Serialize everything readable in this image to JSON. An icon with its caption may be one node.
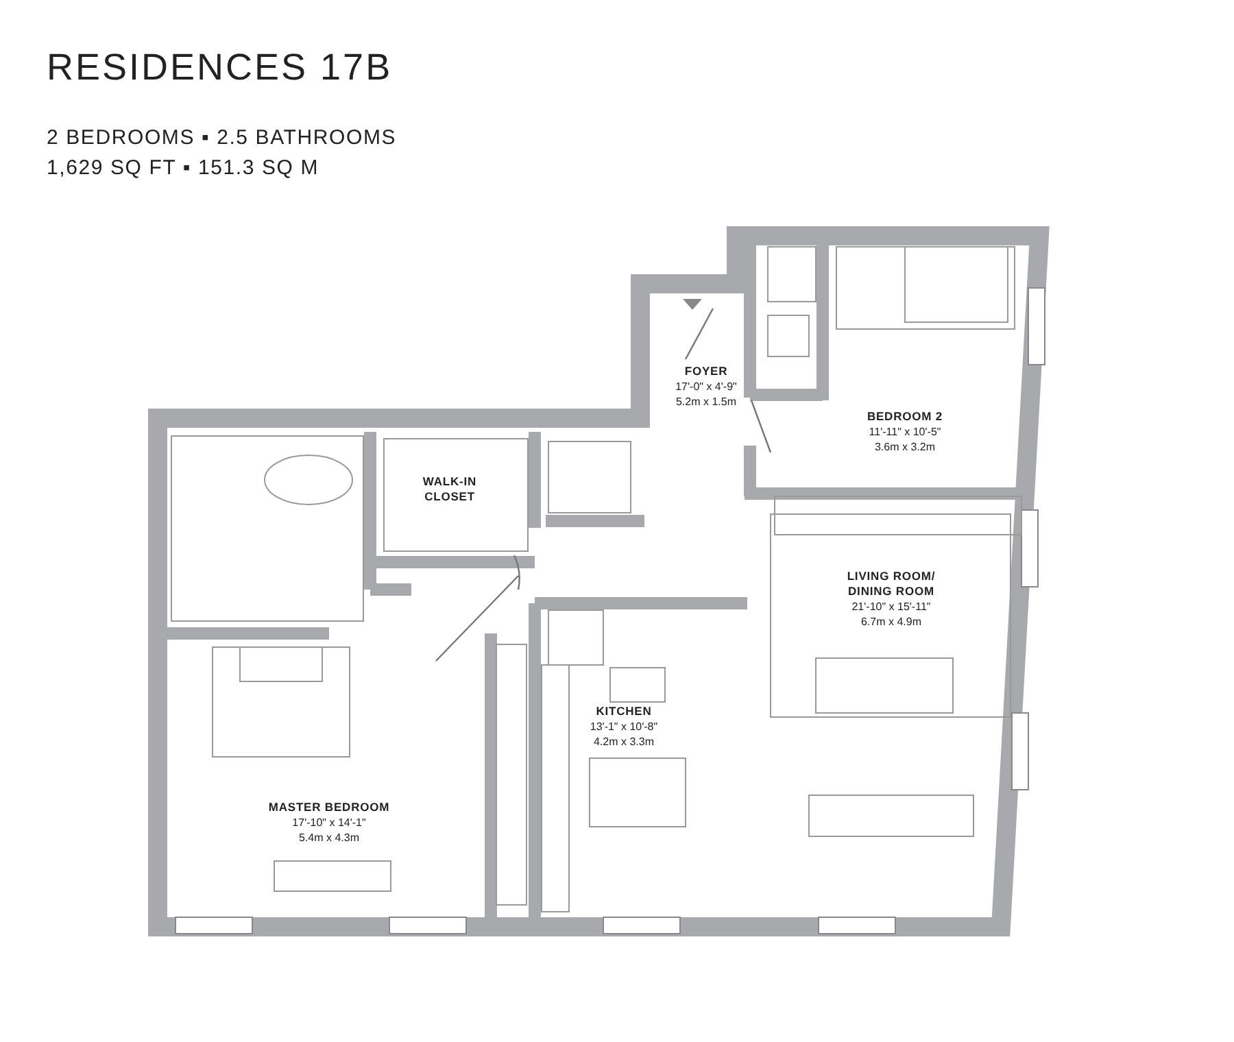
{
  "diagram": {
    "title": "RESIDENCES 17B",
    "nodes": [
      {
        "text": [
          "FOYER",
          "17'-0\" x 4'-9\"",
          "5.2m x 1.5m"
        ]
      },
      {
        "text": [
          "BEDROOM 2",
          "11'-11\" x 10'-5\"",
          "3.6m x 3.2m"
        ]
      },
      {
        "text": [
          "WALK-IN CLOSET"
        ]
      },
      {
        "text": [
          "LIVING ROOM/ DINING ROOM",
          "21'-10\" x 15'-11\"",
          "6.7m x 4.9m"
        ]
      },
      {
        "text": [
          "KITCHEN",
          "13'-1\" x 10'-8\"",
          "4.2m x 3.3m"
        ]
      },
      {
        "text": [
          "MASTER BEDROOM",
          "17'-10\" x 14'-1\"",
          "5.4m x 4.3m"
        ]
      }
    ],
    "labels": [
      "2 BEDROOMS ▪ 2.5 BATHROOMS",
      "1,629 SQ FT ▪ 151.3 SQ M"
    ]
  }
}
